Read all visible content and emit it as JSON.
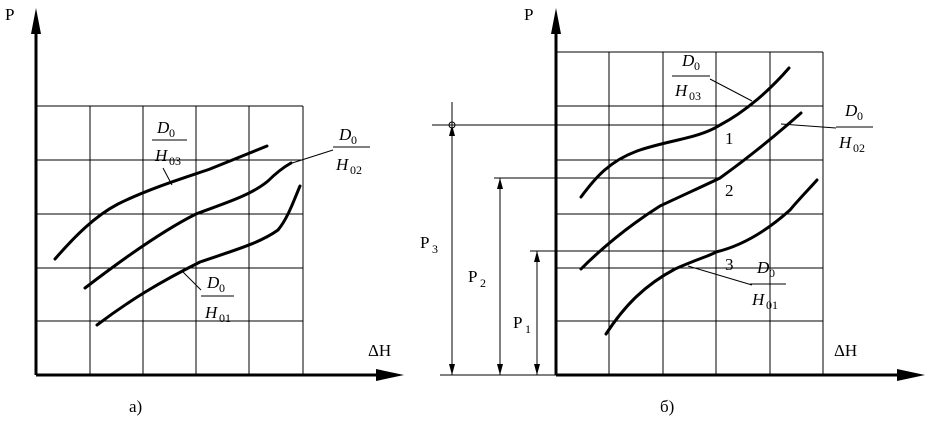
{
  "panel_a": {
    "y_axis": "P",
    "x_axis": "ΔH",
    "caption": "а)",
    "curves": [
      {
        "num": "D",
        "num_sub": "0",
        "den": "H",
        "den_sub": "03"
      },
      {
        "num": "D",
        "num_sub": "0",
        "den": "H",
        "den_sub": "02"
      },
      {
        "num": "D",
        "num_sub": "0",
        "den": "H",
        "den_sub": "01"
      }
    ]
  },
  "panel_b": {
    "y_axis": "P",
    "x_axis": "ΔH",
    "caption": "б)",
    "curve_numbers": [
      "1",
      "2",
      "3"
    ],
    "levels": [
      {
        "name": "P",
        "sub": "3"
      },
      {
        "name": "P",
        "sub": "2"
      },
      {
        "name": "P",
        "sub": "1"
      }
    ],
    "curves": [
      {
        "num": "D",
        "num_sub": "0",
        "den": "H",
        "den_sub": "03"
      },
      {
        "num": "D",
        "num_sub": "0",
        "den": "H",
        "den_sub": "02"
      },
      {
        "num": "D",
        "num_sub": "0",
        "den": "H",
        "den_sub": "01"
      }
    ]
  }
}
